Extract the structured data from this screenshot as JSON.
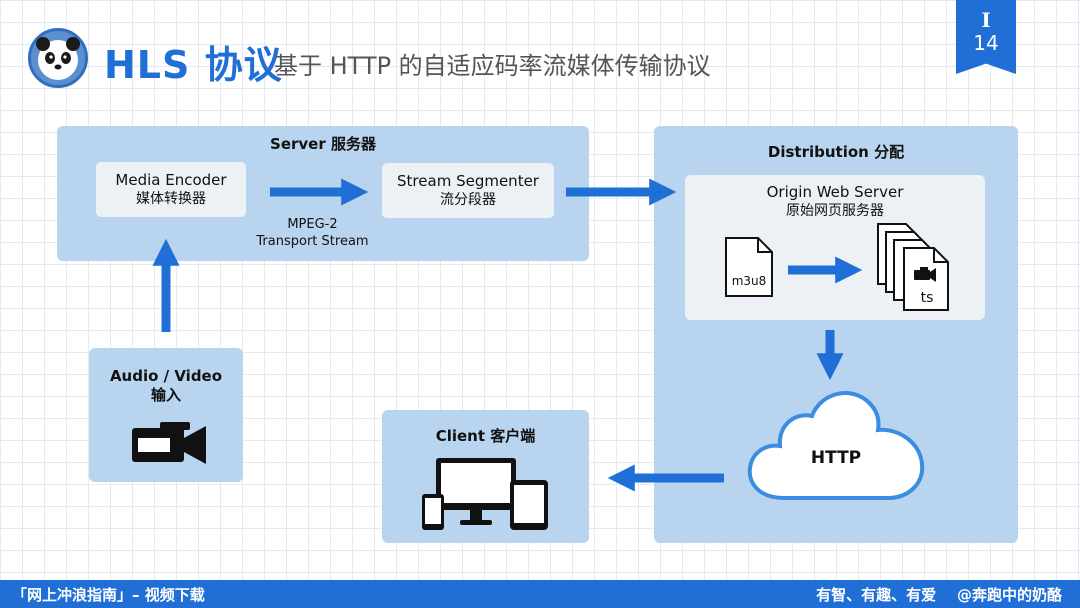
{
  "header": {
    "title": "HLS 协议",
    "subtitle": "基于 HTTP 的自适应码率流媒体传输协议",
    "section_mark": "I",
    "page_number": "14"
  },
  "server": {
    "title": "Server 服务器",
    "encoder": {
      "label": "Media Encoder",
      "label_cn": "媒体转换器"
    },
    "segmenter": {
      "label": "Stream Segmenter",
      "label_cn": "流分段器"
    },
    "arrow_label_1": "MPEG-2",
    "arrow_label_2": "Transport Stream"
  },
  "input": {
    "label": "Audio / Video",
    "label_cn": "输入"
  },
  "distribution": {
    "title": "Distribution 分配",
    "origin": {
      "label": "Origin Web Server",
      "label_cn": "原始网页服务器"
    },
    "playlist_file": "m3u8",
    "segment_file": "ts",
    "cloud_label": "HTTP"
  },
  "client": {
    "title": "Client 客户端"
  },
  "footer": {
    "left": "「网上冲浪指南」– 视频下载",
    "right": "有智、有趣、有爱    @奔跑中的奶酪"
  },
  "colors": {
    "accent": "#1f6fd6",
    "panel": "#b9d4ee",
    "node": "#edf1f5"
  }
}
